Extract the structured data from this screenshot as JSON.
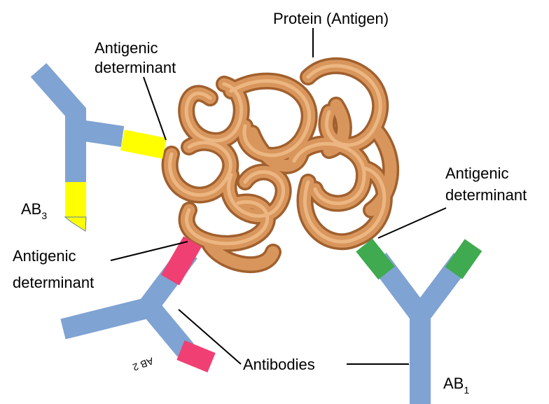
{
  "labels": {
    "protein": "Protein (Antigen)",
    "determinant_top_left_1": "Antigenic",
    "determinant_top_left_2": "determinant",
    "determinant_right_1": "Antigenic",
    "determinant_right_2": "determinant",
    "determinant_bottom_left_1": "Antigenic",
    "determinant_bottom_left_2": "determinant",
    "antibodies": "Antibodies",
    "ab3_main": "AB",
    "ab3_sub": "3",
    "ab1_main": "AB",
    "ab1_sub": "1",
    "ab2_rotated": "AB 2"
  },
  "colors": {
    "antibody_body": "#7fa3d2",
    "antibody_edge": "#5a7fb0",
    "tip_yellow": "#ffff00",
    "tip_green": "#3faa4f",
    "tip_pink": "#ef3f73",
    "protein_fill": "#d9965c",
    "protein_light": "#f0bf8c",
    "protein_dark": "#a0602e"
  }
}
